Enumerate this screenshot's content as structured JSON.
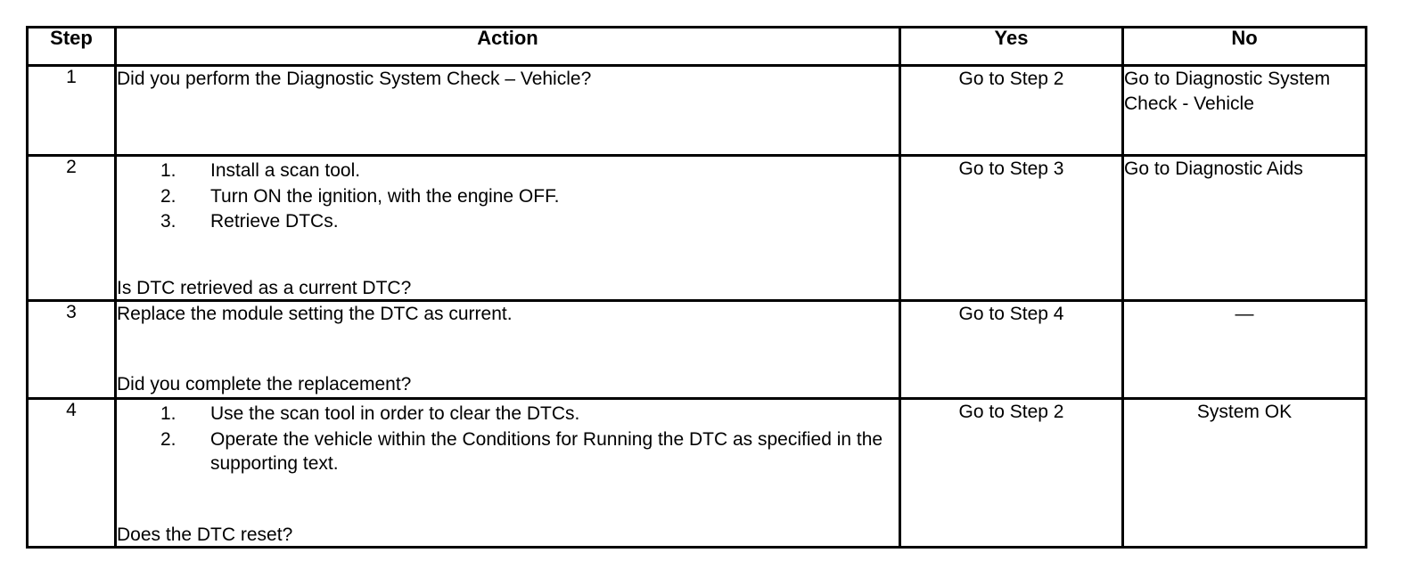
{
  "table": {
    "headers": {
      "step": "Step",
      "action": "Action",
      "yes": "Yes",
      "no": "No"
    },
    "rows": [
      {
        "step": "1",
        "action_lead": "Did you perform the Diagnostic System Check – Vehicle?",
        "action_items": [],
        "action_question": "",
        "yes": "Go to Step 2",
        "no_lines": "Go to Diagnostic System Check - Vehicle",
        "no_align": "left"
      },
      {
        "step": "2",
        "action_lead": "",
        "action_items": [
          {
            "num": "1.",
            "text": "Install a scan tool."
          },
          {
            "num": "2.",
            "text": "Turn ON the ignition, with the engine OFF."
          },
          {
            "num": "3.",
            "text": "Retrieve DTCs."
          }
        ],
        "action_question": "Is DTC retrieved as a current DTC?",
        "yes": "Go to Step 3",
        "no_lines": "Go to Diagnostic Aids",
        "no_align": "left"
      },
      {
        "step": "3",
        "action_lead": "Replace the module setting the DTC as current.",
        "action_items": [],
        "action_question": "Did you complete the replacement?",
        "yes": "Go to Step 4",
        "no_lines": "—",
        "no_align": "center"
      },
      {
        "step": "4",
        "action_lead": "",
        "action_items": [
          {
            "num": "1.",
            "text": "Use the scan tool in order to clear the DTCs."
          },
          {
            "num": "2.",
            "text": "Operate the vehicle within the Conditions for Running the DTC as specified in the supporting text."
          }
        ],
        "action_question": "Does the DTC reset?",
        "yes": "Go to Step 2",
        "no_lines": "System OK",
        "no_align": "center"
      }
    ]
  },
  "colors": {
    "border": "#000000",
    "text": "#000000",
    "background": "#ffffff"
  }
}
